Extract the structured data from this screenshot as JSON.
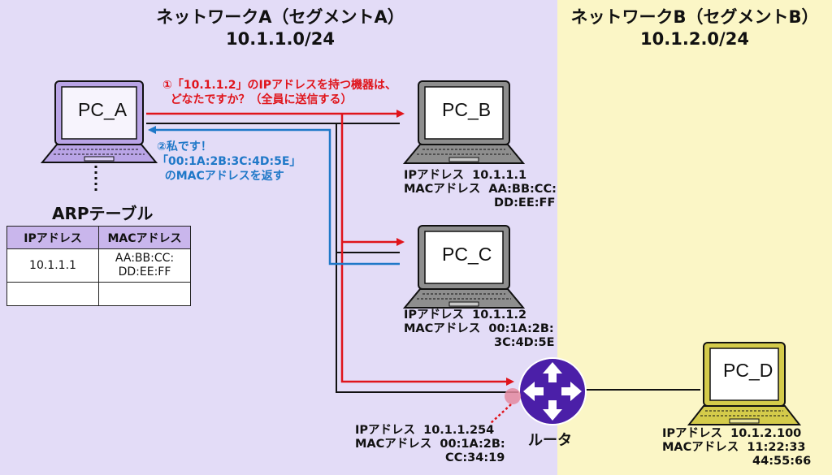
{
  "segments": {
    "a": {
      "title_line1": "ネットワークA（セグメントA）",
      "title_line2": "10.1.1.0/24"
    },
    "b": {
      "title_line1": "ネットワークB（セグメントB）",
      "title_line2": "10.1.2.0/24"
    }
  },
  "pcs": {
    "a": {
      "name": "PC_A"
    },
    "b": {
      "name": "PC_B",
      "info": "IPアドレス  10.1.1.1\nMACアドレス  AA:BB:CC:\n                      DD:EE:FF"
    },
    "c": {
      "name": "PC_C",
      "info": "IPアドレス  10.1.1.2\nMACアドレス  00:1A:2B:\n                      3C:4D:5E"
    },
    "d": {
      "name": "PC_D",
      "info": "IPアドレス  10.1.2.100\nMACアドレス  11:22:33\n                      44:55:66"
    }
  },
  "messages": {
    "request": "①「10.1.1.2」のIPアドレスを持つ機器は、\n  どなたですか？（全員に送信する）",
    "reply": "②私です！\n「00:1A:2B:3C:4D:5E」\n  のMACアドレスを返す"
  },
  "arp_table": {
    "title": "ARPテーブル",
    "headers": [
      "IPアドレス",
      "MACアドレス"
    ],
    "rows": [
      [
        "10.1.1.1",
        "AA:BB:CC:\nDD:EE:FF"
      ],
      [
        "",
        ""
      ]
    ]
  },
  "router": {
    "label": "ルータ",
    "info": "IPアドレス  10.1.1.254\nMACアドレス  00:1A:2B:\n                      CC:34:19"
  },
  "colors": {
    "segment_a": "#e3dcf7",
    "segment_b": "#fbf6c6",
    "request": "#e0141b",
    "reply": "#1f78c8",
    "router": "#4b1fa8",
    "pc_a": "#b9a4e6",
    "pc_b": "#8e8e8e",
    "pc_d": "#d4cb4a"
  }
}
